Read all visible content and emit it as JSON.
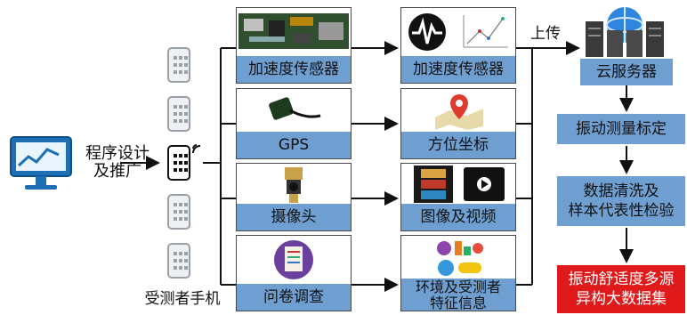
{
  "left": {
    "process_label": "程序设计\n及推广",
    "subjects_label": "受测者手机"
  },
  "sensors": [
    "加速度传感器",
    "GPS",
    "摄像头",
    "问卷调查"
  ],
  "data_types": [
    "加速度传感器",
    "方位坐标",
    "图像及视频",
    "环境及受测者\n特征信息"
  ],
  "upload_label": "上传",
  "cloud_label": "云服务器",
  "processing_steps": [
    "振动测量标定",
    "数据清洗及\n样本代表性检验"
  ],
  "result_label": "振动舒适度多源\n异构大数据集",
  "colors": {
    "box_blue": "#6f9fd1",
    "result_red": "#e01a1a",
    "line": "#111111"
  }
}
